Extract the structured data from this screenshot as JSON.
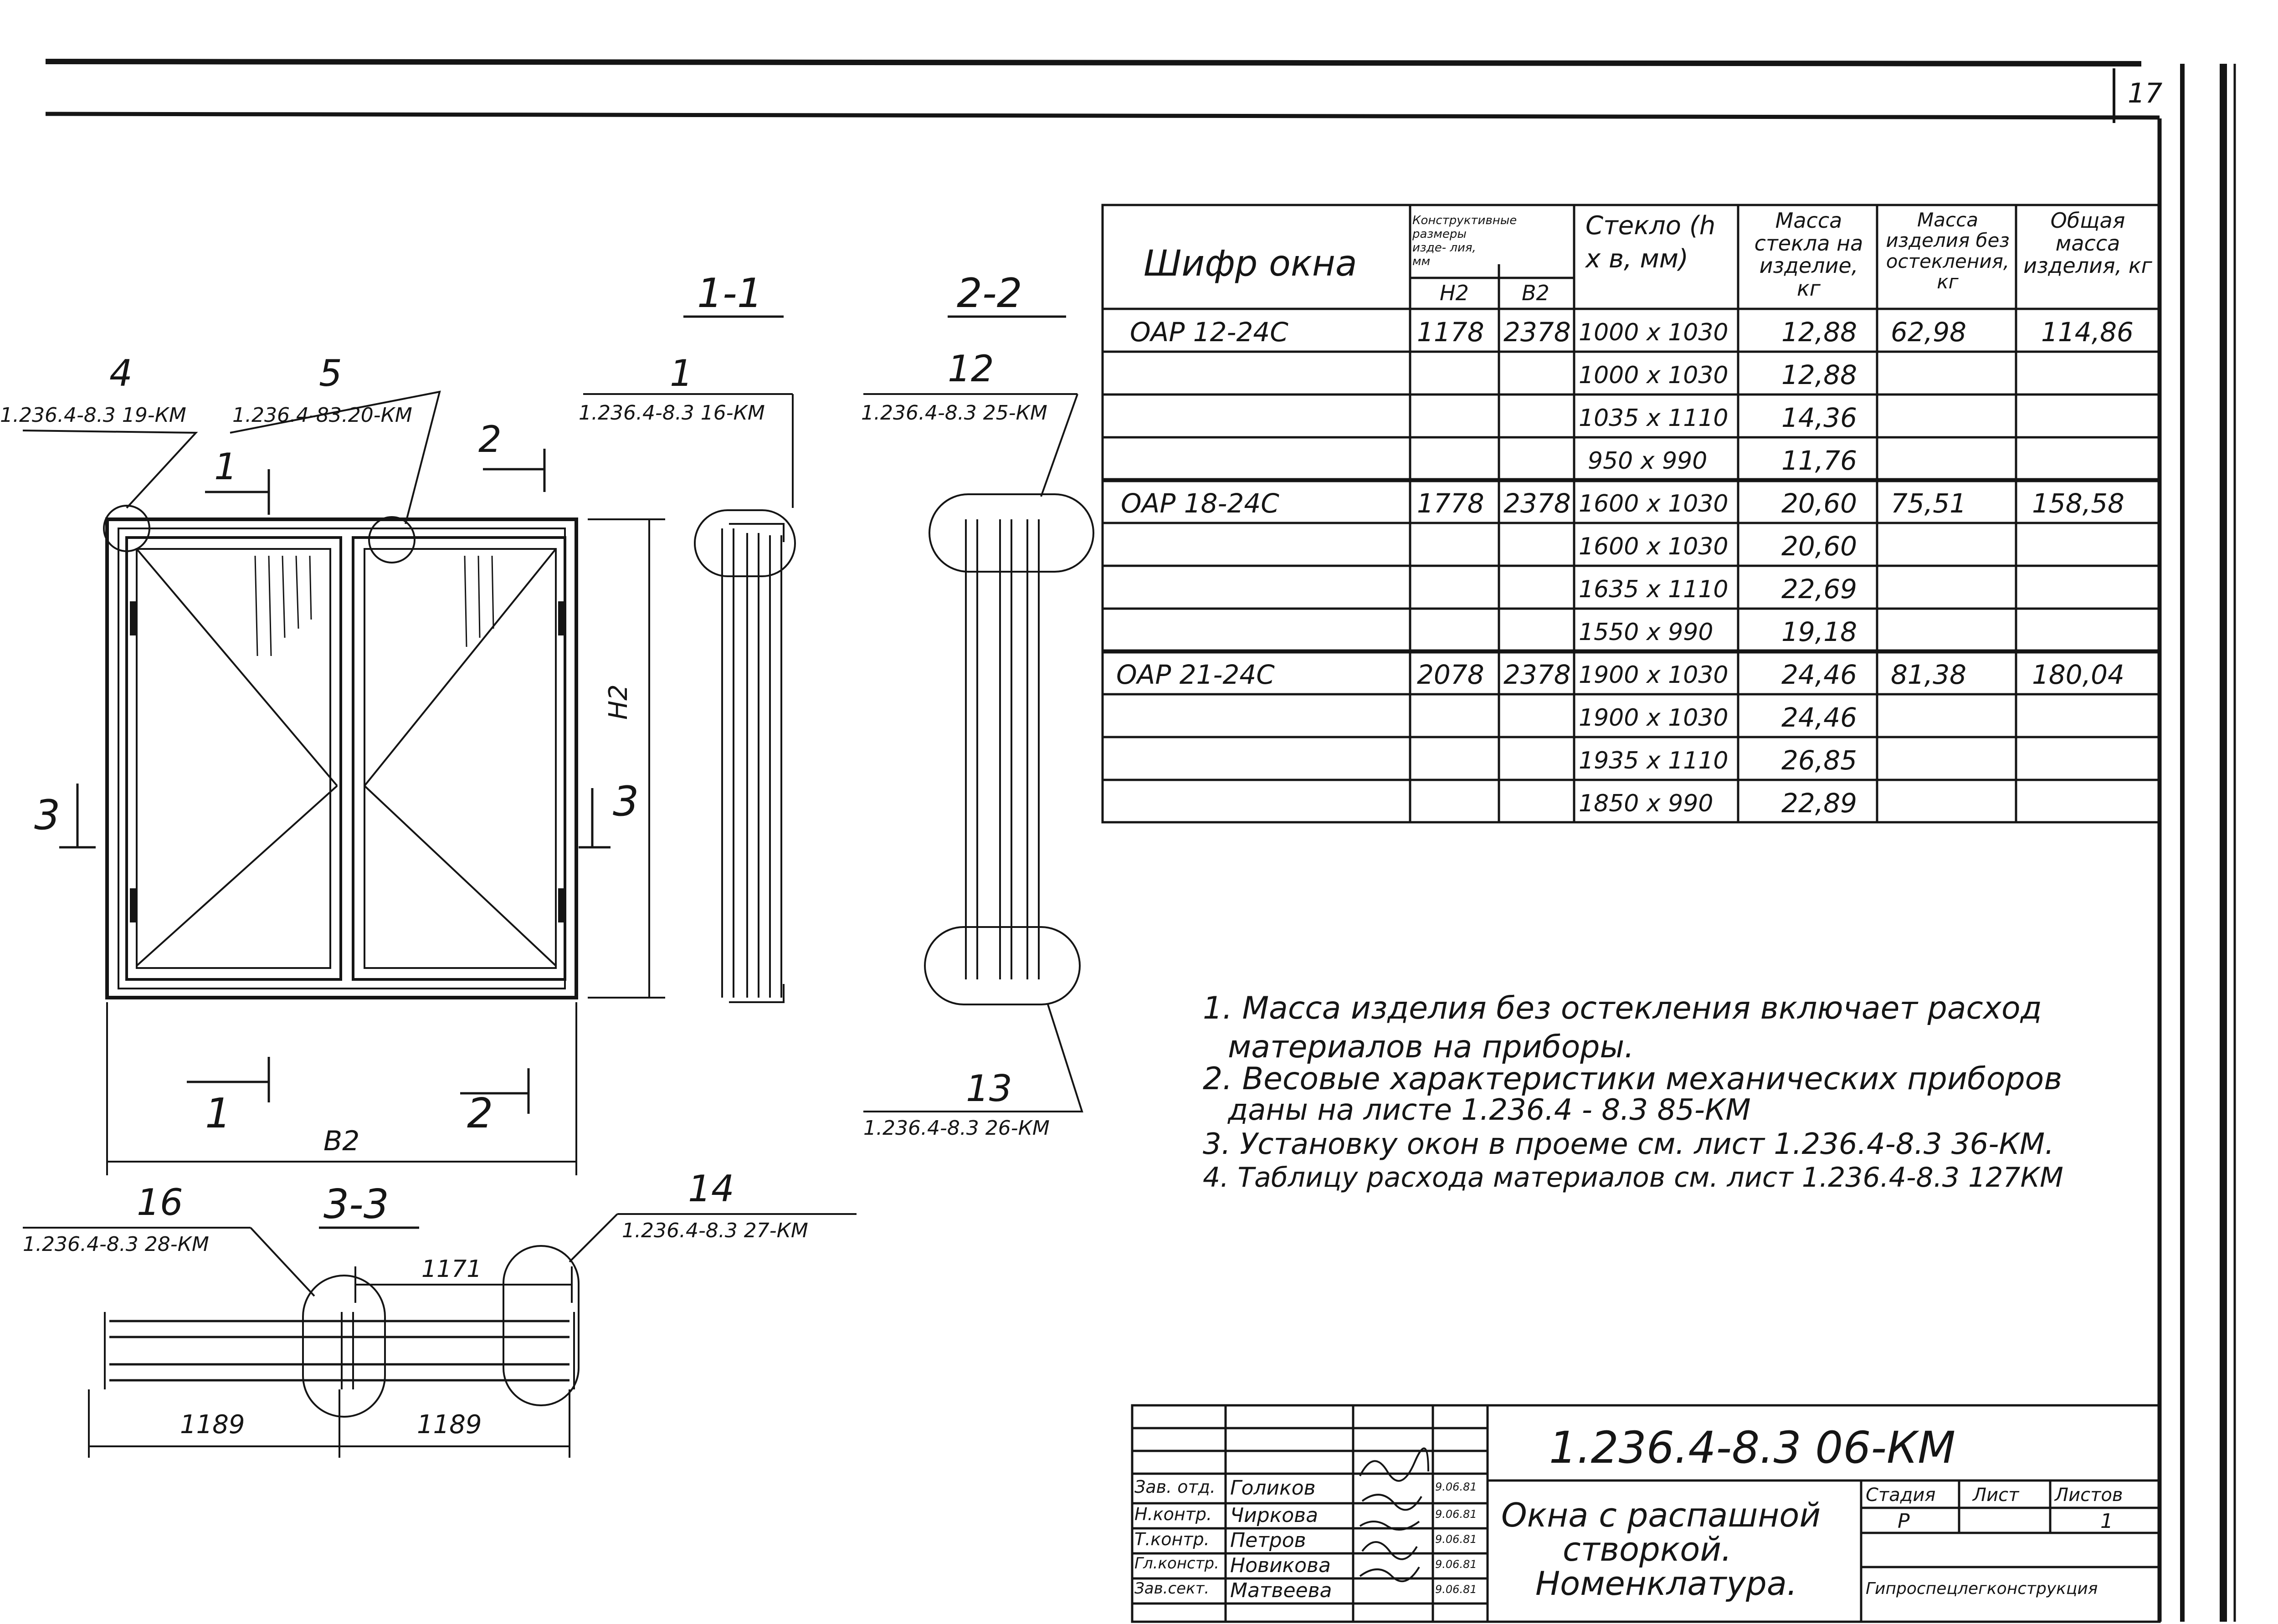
{
  "sheet_corner": "17",
  "table": {
    "headers": {
      "code": "Шифр окна",
      "dims": "Конструктивные размеры изде- лия, мм",
      "h2": "H2",
      "b2": "B2",
      "glass": "Стекло (h x в, мм)",
      "glass_mass": "Масса стекла на изделие, кг",
      "mass_no_glass": "Масса изделия без остекления, кг",
      "total_mass": "Общая масса изделия, кг"
    },
    "rows": [
      {
        "code": "ОАР 12-24С",
        "h2": "1178",
        "b2": "2378",
        "glass": "1000 x 1030",
        "glass_mass": "12,88",
        "mass_no_glass": "62,98",
        "total_mass": "114,86"
      },
      {
        "code": "",
        "h2": "",
        "b2": "",
        "glass": "1000 x 1030",
        "glass_mass": "12,88",
        "mass_no_glass": "",
        "total_mass": ""
      },
      {
        "code": "",
        "h2": "",
        "b2": "",
        "glass": "1035 x 1110",
        "glass_mass": "14,36",
        "mass_no_glass": "",
        "total_mass": ""
      },
      {
        "code": "",
        "h2": "",
        "b2": "",
        "glass": "950 x 990",
        "glass_mass": "11,76",
        "mass_no_glass": "",
        "total_mass": ""
      },
      {
        "code": "ОАР 18-24С",
        "h2": "1778",
        "b2": "2378",
        "glass": "1600 x 1030",
        "glass_mass": "20,60",
        "mass_no_glass": "75,51",
        "total_mass": "158,58"
      },
      {
        "code": "",
        "h2": "",
        "b2": "",
        "glass": "1600 x 1030",
        "glass_mass": "20,60",
        "mass_no_glass": "",
        "total_mass": ""
      },
      {
        "code": "",
        "h2": "",
        "b2": "",
        "glass": "1635 x 1110",
        "glass_mass": "22,69",
        "mass_no_glass": "",
        "total_mass": ""
      },
      {
        "code": "",
        "h2": "",
        "b2": "",
        "glass": "1550 x 990",
        "glass_mass": "19,18",
        "mass_no_glass": "",
        "total_mass": ""
      },
      {
        "code": "ОАР 21-24С",
        "h2": "2078",
        "b2": "2378",
        "glass": "1900 x 1030",
        "glass_mass": "24,46",
        "mass_no_glass": "81,38",
        "total_mass": "180,04"
      },
      {
        "code": "",
        "h2": "",
        "b2": "",
        "glass": "1900 x 1030",
        "glass_mass": "24,46",
        "mass_no_glass": "",
        "total_mass": ""
      },
      {
        "code": "",
        "h2": "",
        "b2": "",
        "glass": "1935 x 1110",
        "glass_mass": "26,85",
        "mass_no_glass": "",
        "total_mass": ""
      },
      {
        "code": "",
        "h2": "",
        "b2": "",
        "glass": "1850 x 990",
        "glass_mass": "22,89",
        "mass_no_glass": "",
        "total_mass": ""
      }
    ]
  },
  "notes": [
    "1. Масса изделия без остекления включает расход",
    "материалов на приборы.",
    "2. Весовые характеристики механических приборов",
    "даны на листе 1.236.4 - 8.3 85-КМ",
    "3. Установку окон в проеме см. лист 1.236.4-8.3 36-КМ.",
    "4. Таблицу расхода материалов см. лист 1.236.4-8.3 127КМ"
  ],
  "drawing": {
    "section_1_1": "1-1",
    "section_2_2": "2-2",
    "section_3_3": "3-3",
    "callouts": {
      "c4": {
        "num": "4",
        "ref": "1.236.4-8.3 19-КМ"
      },
      "c5": {
        "num": "5",
        "ref": "1.236.4-83.20-КМ"
      },
      "c1": {
        "num": "1",
        "ref": "1.236.4-8.3 16-КМ"
      },
      "c12": {
        "num": "12",
        "ref": "1.236.4-8.3 25-КМ"
      },
      "c13": {
        "num": "13",
        "ref": "1.236.4-8.3 26-КМ"
      },
      "c16": {
        "num": "16",
        "ref": "1.236.4-8.3 28-КМ"
      },
      "c14": {
        "num": "14",
        "ref": "1.236.4-8.3 27-КМ"
      }
    },
    "marks": {
      "cut1": "1",
      "cut2": "2",
      "cut3": "3",
      "h2": "H2",
      "b2": "B2"
    },
    "dims": {
      "d1171": "1171",
      "d1189a": "1189",
      "d1189b": "1189"
    }
  },
  "title_block": {
    "doc_code": "1.236.4-8.3 06-КМ",
    "title_lines": [
      "Окна с распашной",
      "створкой.",
      "Номенклатура."
    ],
    "stage_label": "Стадия",
    "sheet_label": "Лист",
    "sheets_label": "Листов",
    "stage": "Р",
    "sheet": "",
    "sheets": "1",
    "org": "Гипроспецлегконструкция",
    "staff": [
      {
        "role": "Зав. отд.",
        "name": "Голиков",
        "date": "9.06.81"
      },
      {
        "role": "Н.контр.",
        "name": "Чиркова",
        "date": "9.06.81"
      },
      {
        "role": "Т.контр.",
        "name": "Петров",
        "date": "9.06.81"
      },
      {
        "role": "Гл.констр.",
        "name": "Новикова",
        "date": "9.06.81"
      },
      {
        "role": "Зав.сект.",
        "name": "Матвеева",
        "date": "9.06.81"
      }
    ]
  }
}
